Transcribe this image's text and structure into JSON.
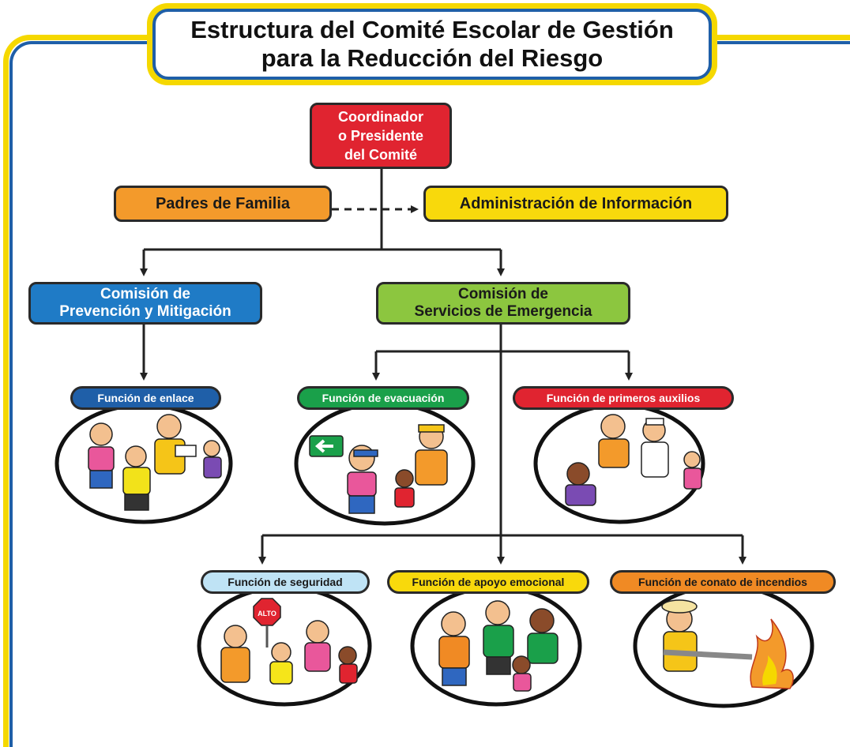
{
  "title": {
    "line1": "Estructura del Comité Escolar de Gestión",
    "line2": "para la Reducción del Riesgo"
  },
  "nodes": {
    "coordinator": [
      "Coordinador",
      "o Presidente",
      "del Comité"
    ],
    "parents": "Padres de Familia",
    "info_admin": "Administración de Información",
    "prevention": [
      "Comisión de",
      "Prevención y Mitigación"
    ],
    "emergency": [
      "Comisión de",
      "Servicios de Emergencia"
    ]
  },
  "functions": {
    "enlace": "Función de enlace",
    "evacuacion": "Función de evacuación",
    "primeros_auxilios": "Función de primeros auxilios",
    "seguridad": "Función de seguridad",
    "apoyo_emocional": "Función de apoyo emocional",
    "conato_incendios": "Función de conato de incendios"
  },
  "illustration_signs": {
    "stop_sign": "ALTO"
  },
  "colors": {
    "frame_yellow": "#f5d800",
    "frame_blue": "#1f5fa8",
    "coordinator": "#e02430",
    "parents": "#f39a2b",
    "info_admin": "#f8d90c",
    "prevention": "#1f7bc6",
    "emergency": "#8cc63f"
  }
}
